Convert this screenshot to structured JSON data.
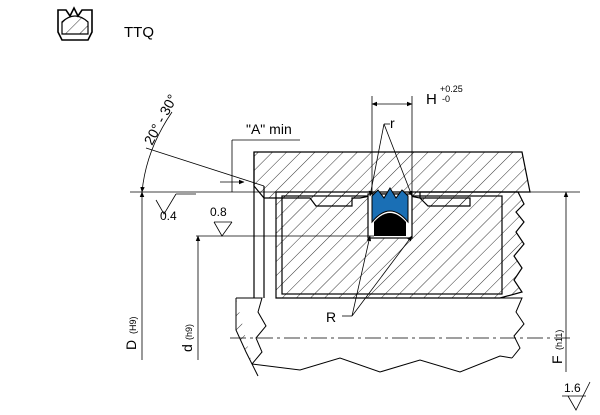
{
  "header": {
    "profile_name": "TTQ",
    "icon": "ttq-profile-icon"
  },
  "dimensions": {
    "chamfer_angle": "20° - 30°",
    "a_min": "\"A\" min",
    "H": "H",
    "H_upper_tol": "+0.25",
    "H_lower_tol": "-0",
    "r": "r",
    "R": "R",
    "D": "D",
    "D_tol": "(H9)",
    "d": "d",
    "d_tol": "(h9)",
    "F": "F",
    "F_tol": "(h11)"
  },
  "surface_finish": {
    "ra_housing": "0.4",
    "ra_groove": "0.8",
    "ra_rod": "1.6"
  },
  "colors": {
    "seal_ring": "#1a6fb5",
    "energizer": "#000000",
    "line": "#000000"
  }
}
